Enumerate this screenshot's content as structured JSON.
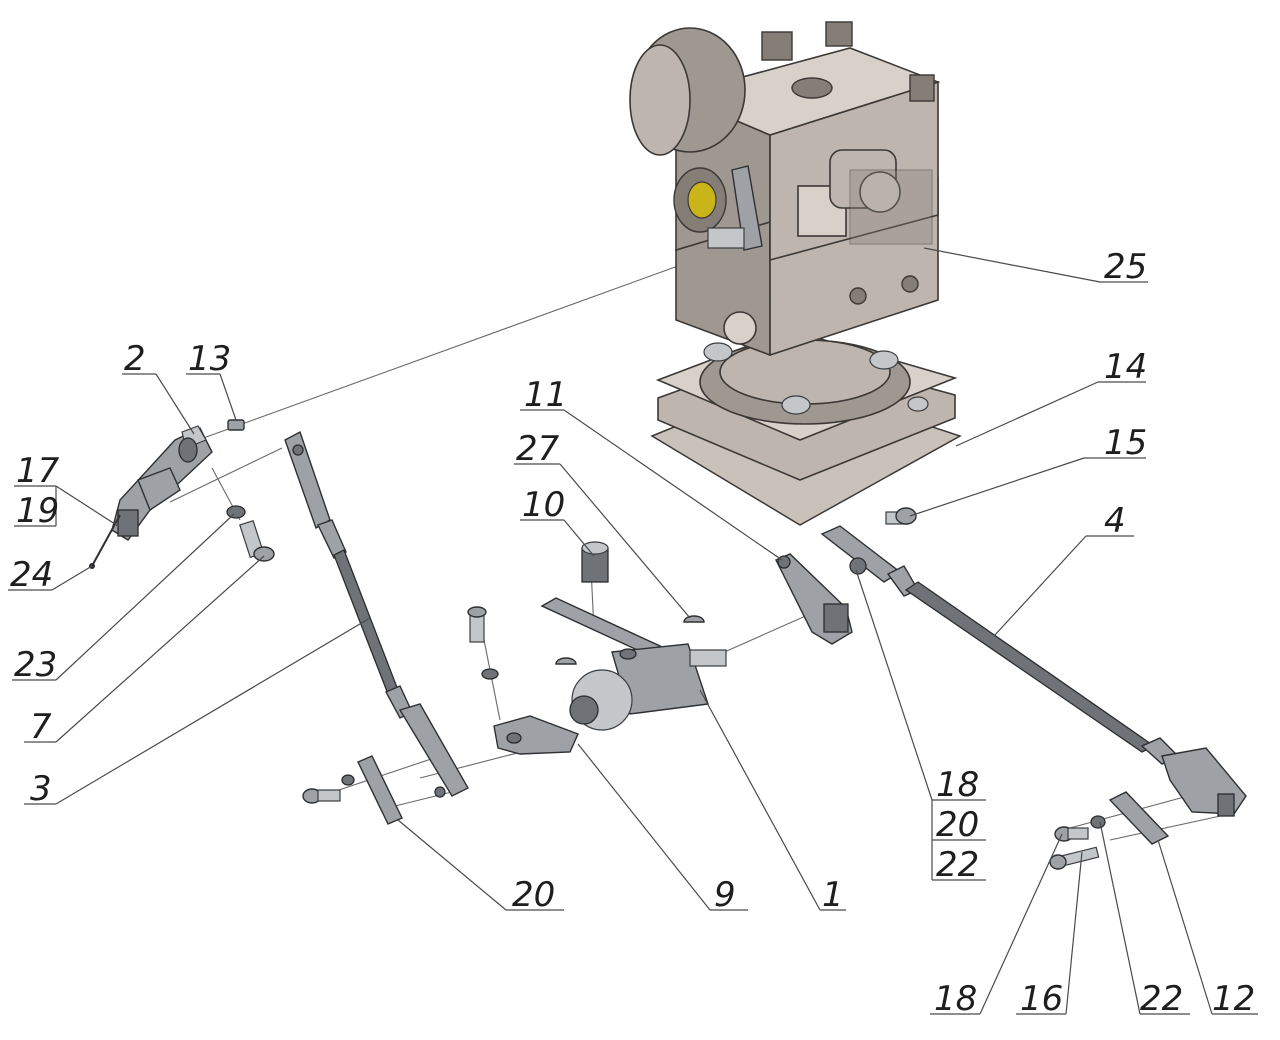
{
  "callouts": [
    {
      "id": "c25",
      "label": "25"
    },
    {
      "id": "c14",
      "label": "14"
    },
    {
      "id": "c15",
      "label": "15"
    },
    {
      "id": "c4",
      "label": "4"
    },
    {
      "id": "c11",
      "label": "11"
    },
    {
      "id": "c27",
      "label": "27"
    },
    {
      "id": "c10",
      "label": "10"
    },
    {
      "id": "c2",
      "label": "2"
    },
    {
      "id": "c13",
      "label": "13"
    },
    {
      "id": "c17",
      "label": "17"
    },
    {
      "id": "c19",
      "label": "19"
    },
    {
      "id": "c24",
      "label": "24"
    },
    {
      "id": "c23",
      "label": "23"
    },
    {
      "id": "c7",
      "label": "7"
    },
    {
      "id": "c3",
      "label": "3"
    },
    {
      "id": "c20a",
      "label": "20"
    },
    {
      "id": "c9",
      "label": "9"
    },
    {
      "id": "c1",
      "label": "1"
    },
    {
      "id": "c18a",
      "label": "18"
    },
    {
      "id": "c20b",
      "label": "20"
    },
    {
      "id": "c22a",
      "label": "22"
    },
    {
      "id": "c18b",
      "label": "18"
    },
    {
      "id": "c16",
      "label": "16"
    },
    {
      "id": "c22b",
      "label": "22"
    },
    {
      "id": "c12",
      "label": "12"
    }
  ]
}
